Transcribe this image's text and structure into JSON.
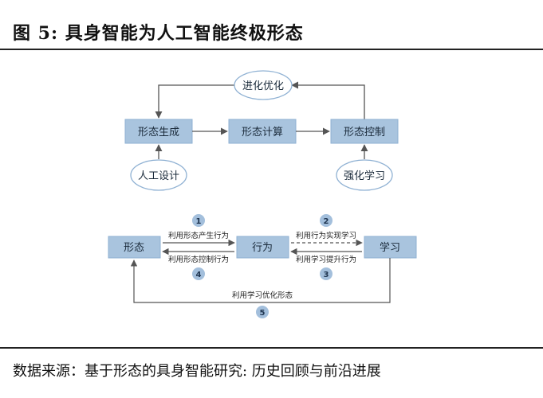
{
  "title": "图 5:  具身智能为人工智能终极形态",
  "source": "数据来源：基于形态的具身智能研究: 历史回顾与前沿进展",
  "top_diagram": {
    "evolve": "进化优化",
    "form_gen": "形态生成",
    "form_calc": "形态计算",
    "form_ctrl": "形态控制",
    "human_design": "人工设计",
    "reinforce": "强化学习"
  },
  "bottom_diagram": {
    "form": "形态",
    "behavior": "行为",
    "learning": "学习",
    "step1_label": "利用形态产生行为",
    "step2_label": "利用行为实现学习",
    "step3_label": "利用学习提升行为",
    "step4_label": "利用形态控制行为",
    "step5_label": "利用学习优化形态",
    "n1": "1",
    "n2": "2",
    "n3": "3",
    "n4": "4",
    "n5": "5"
  },
  "colors": {
    "box_fill": "#a9c4de",
    "box_stroke": "#8fb1d3",
    "circle_fill": "#a3bfdc",
    "line": "#555555"
  }
}
